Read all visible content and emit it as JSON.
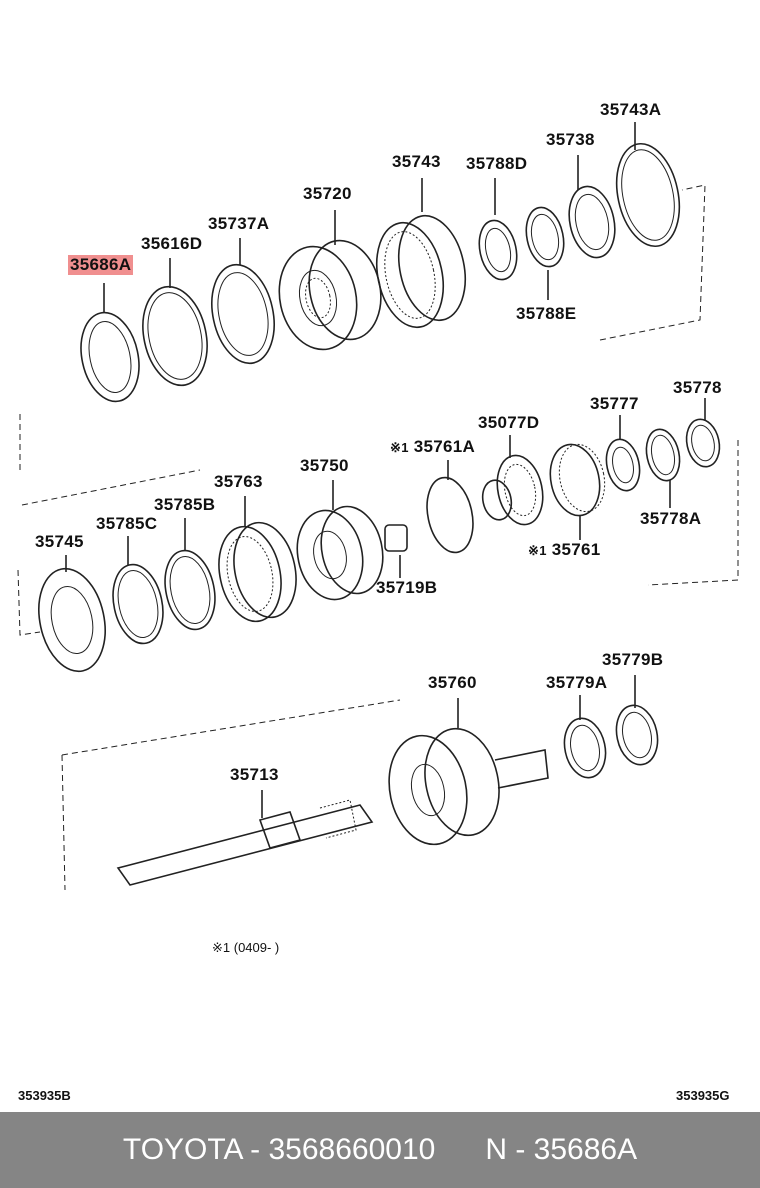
{
  "parts": [
    {
      "id": "35743A"
    },
    {
      "id": "35738"
    },
    {
      "id": "35743"
    },
    {
      "id": "35788D"
    },
    {
      "id": "35720"
    },
    {
      "id": "35737A"
    },
    {
      "id": "35616D"
    },
    {
      "id": "35686A",
      "highlighted": true
    },
    {
      "id": "35788E"
    },
    {
      "id": "35778"
    },
    {
      "id": "35777"
    },
    {
      "id": "35077D"
    },
    {
      "id": "35761A",
      "prefix": "※1"
    },
    {
      "id": "35750"
    },
    {
      "id": "35763"
    },
    {
      "id": "35785B"
    },
    {
      "id": "35785C"
    },
    {
      "id": "35745"
    },
    {
      "id": "35778A"
    },
    {
      "id": "35761",
      "prefix": "※1"
    },
    {
      "id": "35719B"
    },
    {
      "id": "35779B"
    },
    {
      "id": "35760"
    },
    {
      "id": "35779A"
    },
    {
      "id": "35713"
    }
  ],
  "footnote": "※1 (0409-          )",
  "code_left": "353935B",
  "code_right": "353935G",
  "footer": {
    "brand_part": "TOYOTA - 3568660010",
    "ref": "N - 35686A"
  },
  "colors": {
    "highlight": "#f08f8f",
    "footer_bg": "#858585",
    "footer_text": "#ffffff"
  }
}
